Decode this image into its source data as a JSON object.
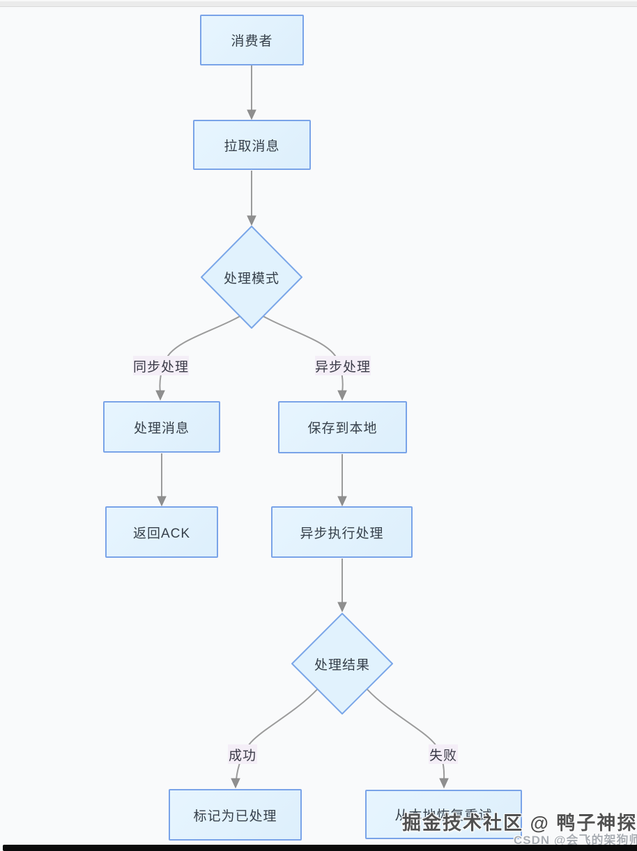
{
  "colors": {
    "canvas_bg": "#f9fafb",
    "node_fill": "#e1f2fd",
    "node_border": "#79a3e8",
    "node_text": "#36404a",
    "edge": "#9b9b9b",
    "arrowhead": "#8f8f8f",
    "edge_label_bg": "#f4eef7",
    "top_strip": "#ebebeb",
    "bottom_strip": "#0b0b0b"
  },
  "nodes": {
    "consumer": {
      "label": "消费者"
    },
    "pull": {
      "label": "拉取消息"
    },
    "mode": {
      "label": "处理模式"
    },
    "sync_process": {
      "label": "处理消息"
    },
    "save_local": {
      "label": "保存到本地"
    },
    "return_ack": {
      "label": "返回ACK"
    },
    "async_exec": {
      "label": "异步执行处理"
    },
    "result": {
      "label": "处理结果"
    },
    "mark_done": {
      "label": "标记为已处理"
    },
    "retry": {
      "label": "从本地恢复重试"
    }
  },
  "edge_labels": {
    "sync": "同步处理",
    "async": "异步处理",
    "success": "成功",
    "fail": "失败"
  },
  "edges": [
    {
      "from": "consumer",
      "to": "pull"
    },
    {
      "from": "pull",
      "to": "mode"
    },
    {
      "from": "mode",
      "to": "sync_process",
      "label": "同步处理"
    },
    {
      "from": "mode",
      "to": "save_local",
      "label": "异步处理"
    },
    {
      "from": "sync_process",
      "to": "return_ack"
    },
    {
      "from": "save_local",
      "to": "async_exec"
    },
    {
      "from": "async_exec",
      "to": "result"
    },
    {
      "from": "result",
      "to": "mark_done",
      "label": "成功"
    },
    {
      "from": "result",
      "to": "retry",
      "label": "失败"
    }
  ],
  "watermarks": {
    "primary": "掘金技术社区 @ 鸭子神探",
    "secondary": "CSDN @会飞的架狗师"
  }
}
